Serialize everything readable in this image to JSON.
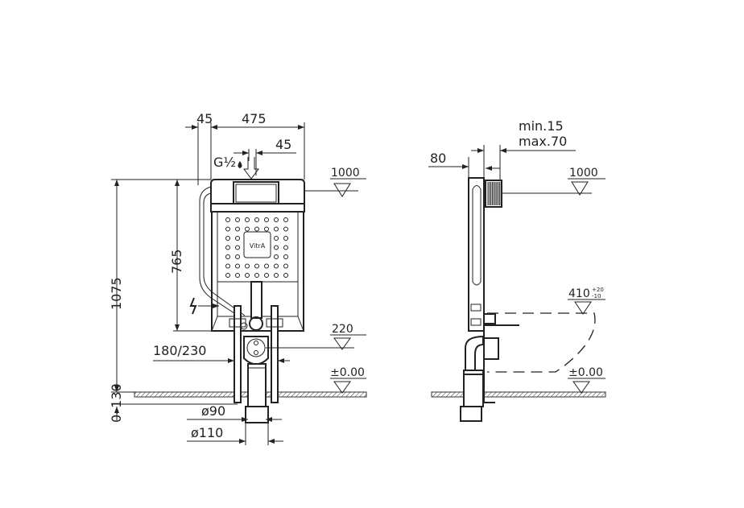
{
  "front_view": {
    "dims": {
      "offset_45": "45",
      "width_475": "475",
      "inlet_45": "45",
      "inlet_label": "G½",
      "height_1075": "1075",
      "height_765": "765",
      "leg_spacing": "180/230",
      "floor_offset": "0–130",
      "pipe_d90": "ø90",
      "pipe_d110": "ø110"
    },
    "levels": {
      "flush_plate": "1000",
      "drain": "220",
      "floor": "±0.00"
    },
    "logo": "VitrA"
  },
  "side_view": {
    "dims": {
      "depth_80": "80",
      "min": "min.15",
      "max": "max.70"
    },
    "levels": {
      "flush_plate": "1000",
      "seat_main": "410",
      "seat_tol_plus": "+20",
      "seat_tol_minus": "-10",
      "floor": "±0.00"
    }
  },
  "colors": {
    "line": "#222222",
    "background": "#ffffff"
  }
}
